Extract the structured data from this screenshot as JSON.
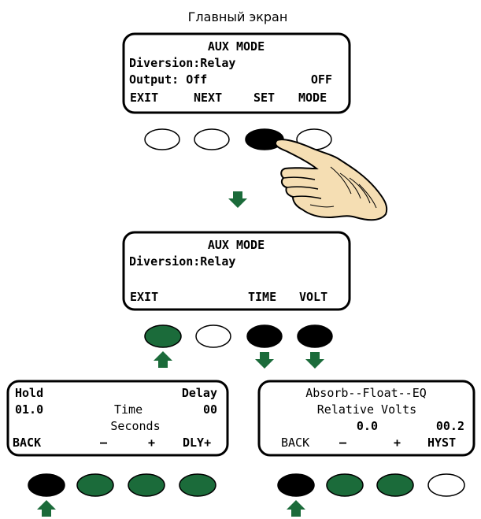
{
  "title": "Главный экран",
  "colors": {
    "green": "#1b6b3a",
    "black": "#000000",
    "white": "#ffffff"
  },
  "screens": {
    "main": {
      "line1": "AUX MODE",
      "line2": "Diversion:Relay",
      "line3_left": "Output: Off",
      "line3_right": "OFF",
      "soft_keys": [
        "EXIT",
        "NEXT",
        "SET",
        "MODE"
      ]
    },
    "aux": {
      "line1": "AUX MODE",
      "line2": "Diversion:Relay",
      "soft_keys": [
        "EXIT",
        "",
        "TIME",
        "VOLT"
      ]
    },
    "time": {
      "row1_left": "Hold",
      "row1_right": "Delay",
      "row2_left": "01.0",
      "row2_mid": "Time",
      "row2_right": "00",
      "row3": "Seconds",
      "soft_keys": [
        "BACK",
        "–",
        "+",
        "DLY+"
      ]
    },
    "volt": {
      "row1": "Absorb--Float--EQ",
      "row2": "Relative Volts",
      "row3_left": "0.0",
      "row3_right": "00.2",
      "soft_keys": [
        "BACK",
        "–",
        "+",
        "HYST"
      ]
    }
  },
  "button_rows": {
    "main": [
      "white",
      "white",
      "black",
      "white"
    ],
    "aux": [
      "green",
      "white",
      "black",
      "black"
    ],
    "time": [
      "black",
      "green",
      "green",
      "green"
    ],
    "volt": [
      "black",
      "green",
      "green",
      "white"
    ]
  },
  "icons": {
    "pointer": "pointing-hand-icon",
    "arrow": "green-arrow-icon"
  }
}
